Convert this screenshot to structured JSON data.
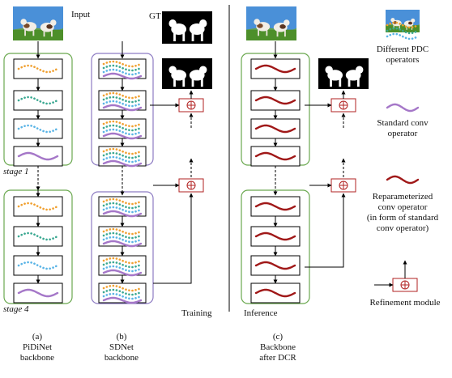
{
  "labels": {
    "input": "Input",
    "gt": "GT",
    "stage1": "stage 1",
    "stage4": "stage 4",
    "training": "Training",
    "inference": "Inference"
  },
  "captions": {
    "a": {
      "tag": "(a)",
      "line1": "PiDiNet",
      "line2": "backbone"
    },
    "b": {
      "tag": "(b)",
      "line1": "SDNet",
      "line2": "backbone"
    },
    "c": {
      "tag": "(c)",
      "line1": "Backbone",
      "line2": "after DCR"
    }
  },
  "legend": {
    "pdc": {
      "line1": "Different PDC",
      "line2": "operators"
    },
    "conv": {
      "line1": "Standard conv",
      "line2": "operator"
    },
    "rep": {
      "line1": "Reparameterized",
      "line2": "conv operator",
      "line3": "(in form of standard",
      "line4": "conv operator)"
    },
    "refine": {
      "line1": "Refinement module"
    }
  },
  "colors": {
    "stage_border": "#6aa84f",
    "sdnet_border": "#8e7cc3",
    "pdc_orange": "#f0a030",
    "pdc_teal": "#3aa891",
    "pdc_blue": "#5ab4e6",
    "conv_purple": "#a577c8",
    "rep_red": "#a01818",
    "refine_red": "#b22222",
    "sky": "#4a90d8",
    "grass": "#4d8f2a"
  }
}
